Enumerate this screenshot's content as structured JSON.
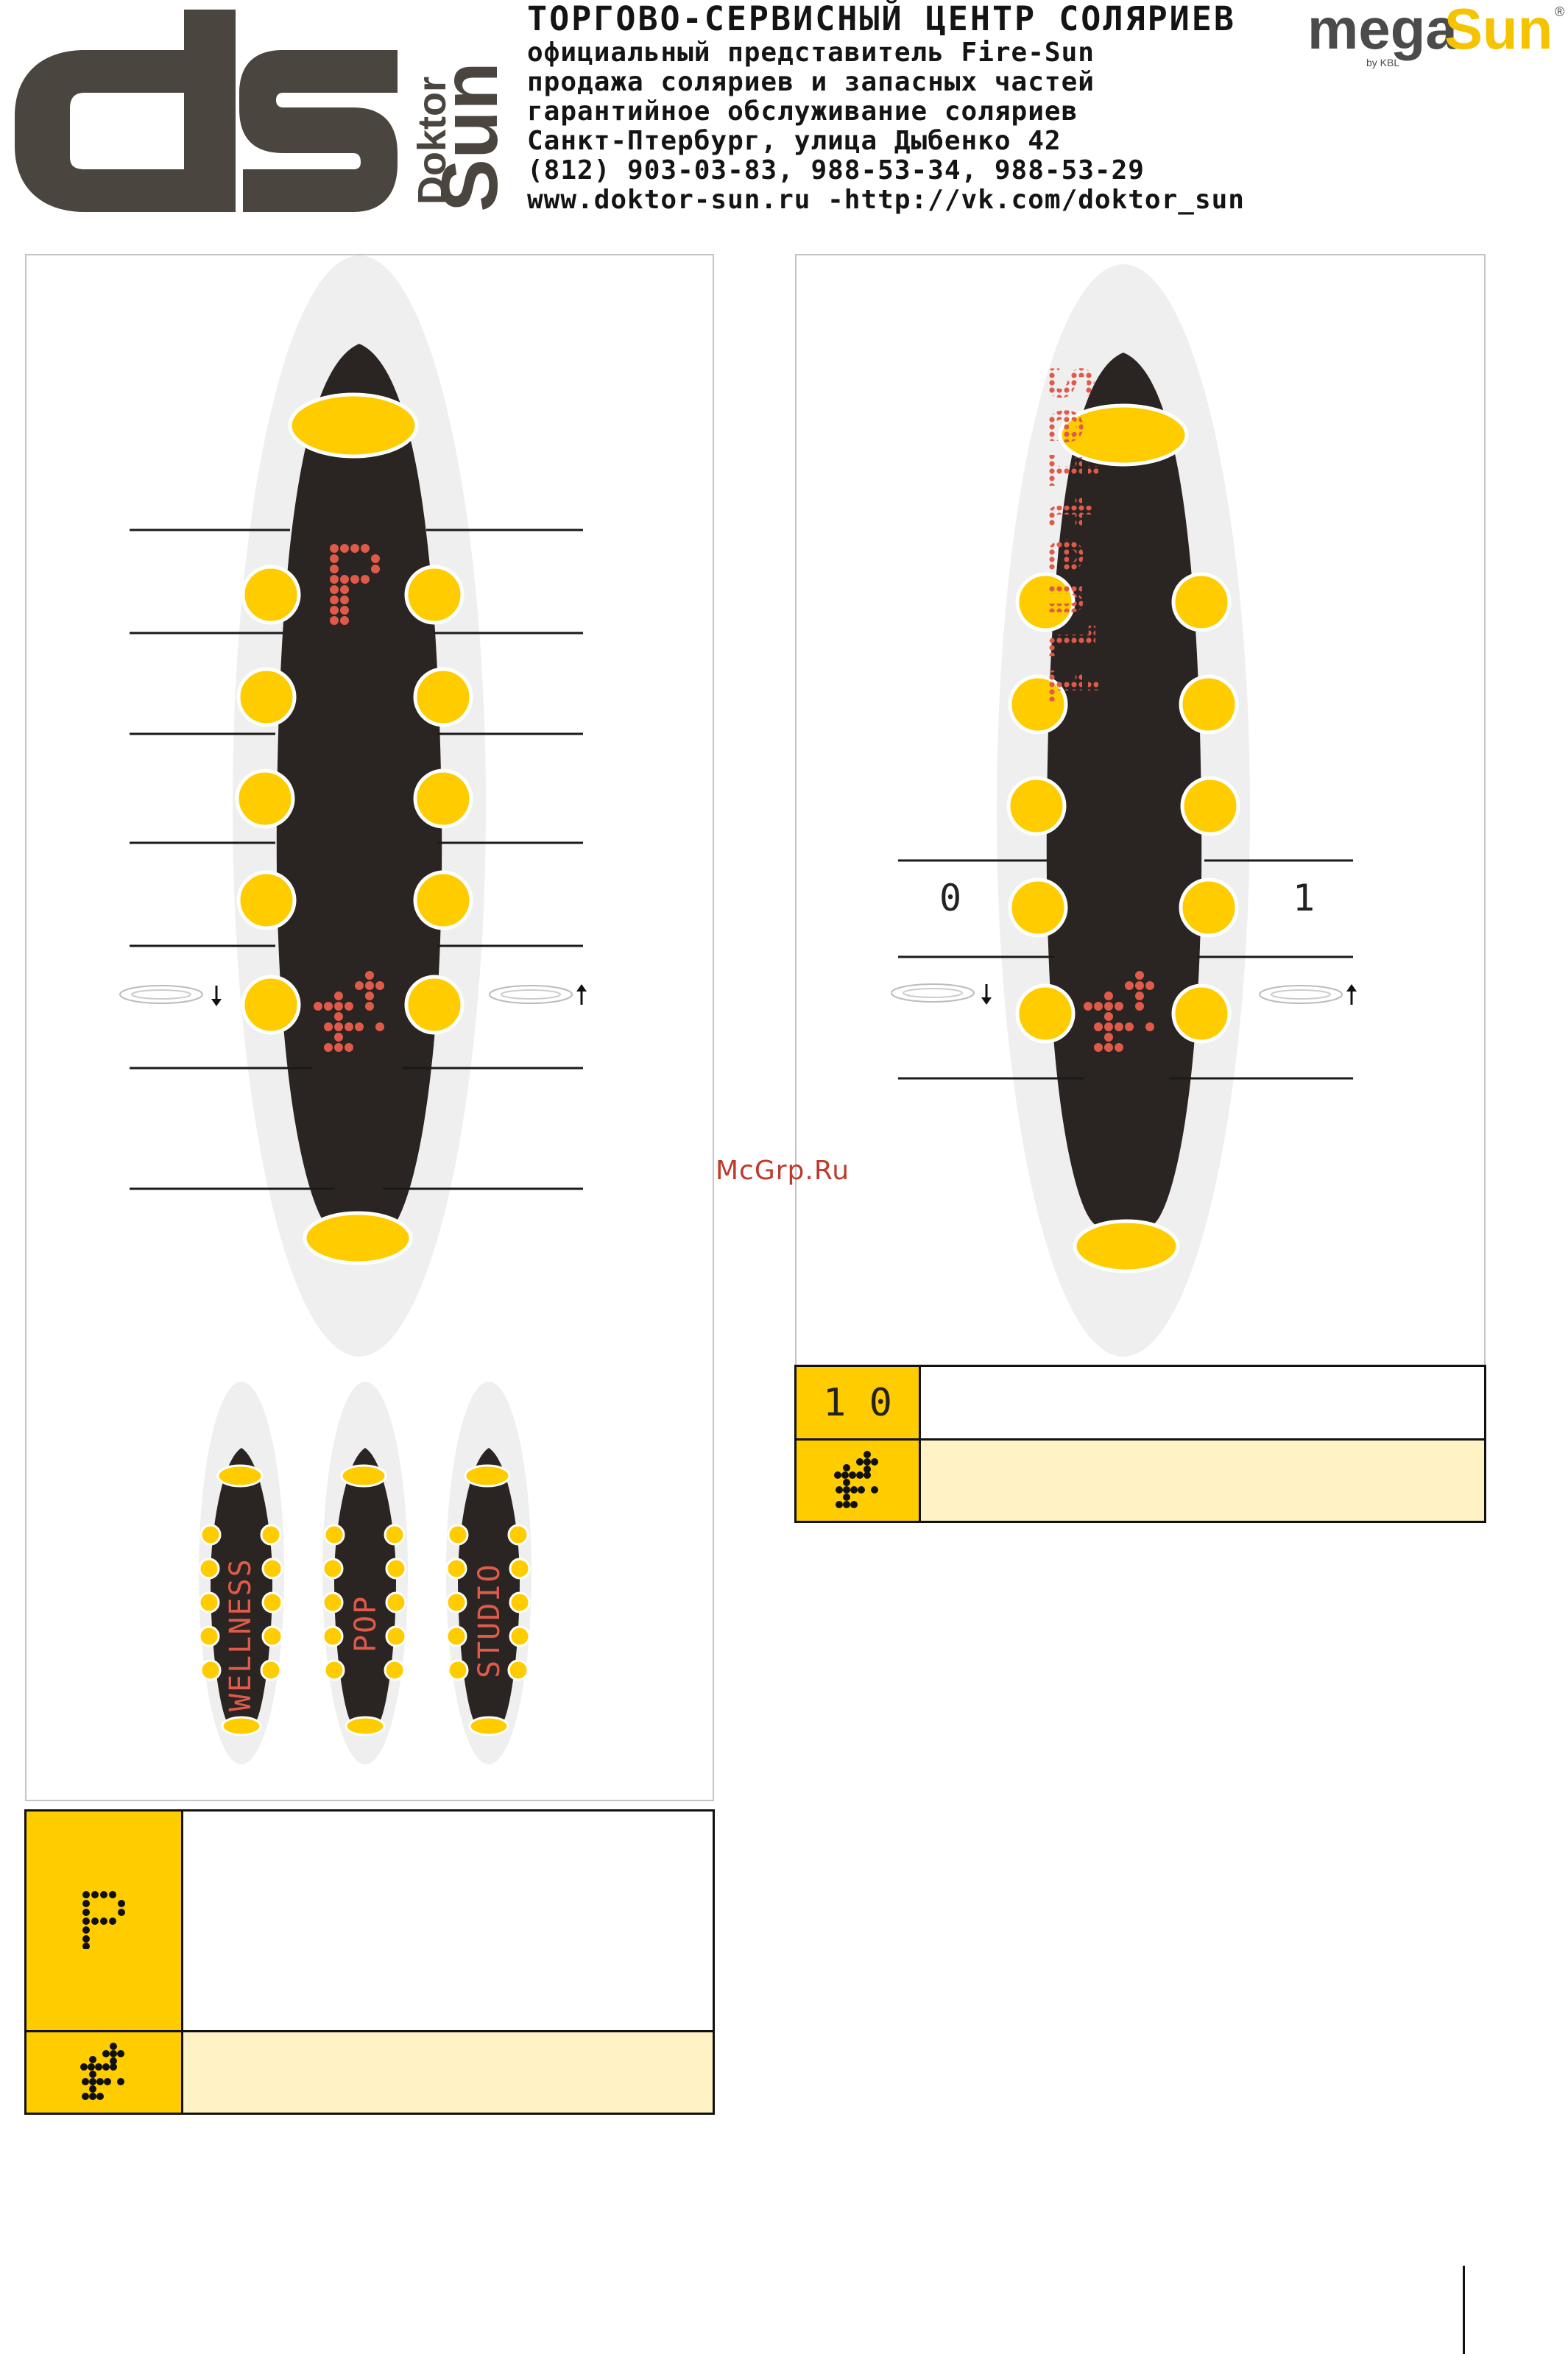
{
  "header": {
    "brand_letters": "ds",
    "brand_word_top": "Doktor",
    "brand_word_bottom": "Sun",
    "lines": [
      "ТОРГОВО-СЕРВИСНЫЙ ЦЕНТР СОЛЯРИЕВ",
      "официальный представитель Fire-Sun",
      "продажа соляриев и запасных частей",
      "гарантийное обслуживание соляриев",
      "Санкт-Птербург, улица Дыбенко 42",
      "(812) 903-03-83, 988-53-34, 988-53-29",
      "www.doktor-sun.ru -http://vk.com/doktor_sun"
    ],
    "partner_logo": {
      "part1": "mega",
      "part2": "Sun",
      "byline": "by KBL",
      "registered": "®"
    }
  },
  "colors": {
    "yellow": "#ffcc00",
    "panel_body": "#2a2422",
    "led": "#e05a4a",
    "halo": "#efefef",
    "desc_alt": "#fff2c4"
  },
  "left_panel": {
    "display_top": "P",
    "display_bottom_icon": "arrows-icon",
    "models": [
      "WELLNESS",
      "POP",
      "STUDIO"
    ]
  },
  "right_panel": {
    "display_text": "Seitenli",
    "label_left": "0",
    "label_right": "1",
    "display_bottom_icon": "arrows-icon"
  },
  "watermark": "McGrp.Ru",
  "left_table": {
    "rows": [
      {
        "key": "P",
        "desc": ""
      },
      {
        "key_icon": "arrows-icon",
        "desc": ""
      }
    ]
  },
  "right_table": {
    "rows": [
      {
        "key": "1 0",
        "desc": ""
      },
      {
        "key_icon": "arrows-icon",
        "desc": ""
      }
    ]
  }
}
